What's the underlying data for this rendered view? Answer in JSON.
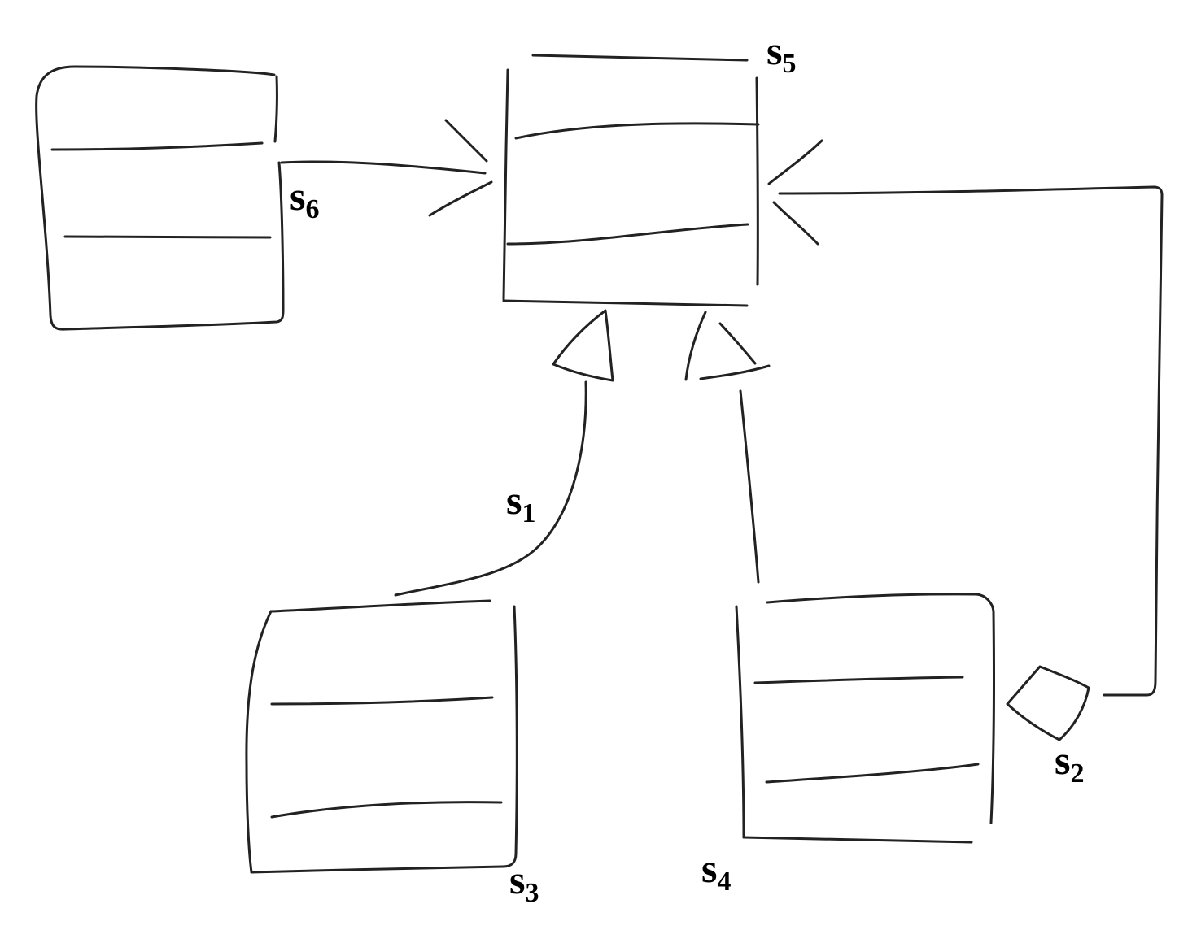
{
  "diagram": {
    "stroke_color": "#222222",
    "background": "#ffffff",
    "labels": {
      "s1": {
        "main": "s",
        "sub": "1"
      },
      "s2": {
        "main": "s",
        "sub": "2"
      },
      "s3": {
        "main": "s",
        "sub": "3"
      },
      "s4": {
        "main": "s",
        "sub": "4"
      },
      "s5": {
        "main": "s",
        "sub": "5"
      },
      "s6": {
        "main": "s",
        "sub": "6"
      }
    },
    "boxes": [
      {
        "id": "box-s5",
        "compartments": 3
      },
      {
        "id": "box-s6",
        "compartments": 3
      },
      {
        "id": "box-s3",
        "compartments": 3
      },
      {
        "id": "box-s4",
        "compartments": 3
      }
    ],
    "connectors": [
      {
        "id": "s6",
        "from": "box-s6",
        "to": "box-s5",
        "head": "open-arrow"
      },
      {
        "id": "s2",
        "from": "box-s4",
        "to": "box-s5",
        "head": "open-arrow",
        "tail": "diamond"
      },
      {
        "id": "s1",
        "from": "box-s3",
        "to": "box-s5",
        "head": "hollow-triangle"
      },
      {
        "id": "s4",
        "from": "box-s4",
        "to": "box-s5",
        "head": "hollow-triangle"
      }
    ]
  }
}
